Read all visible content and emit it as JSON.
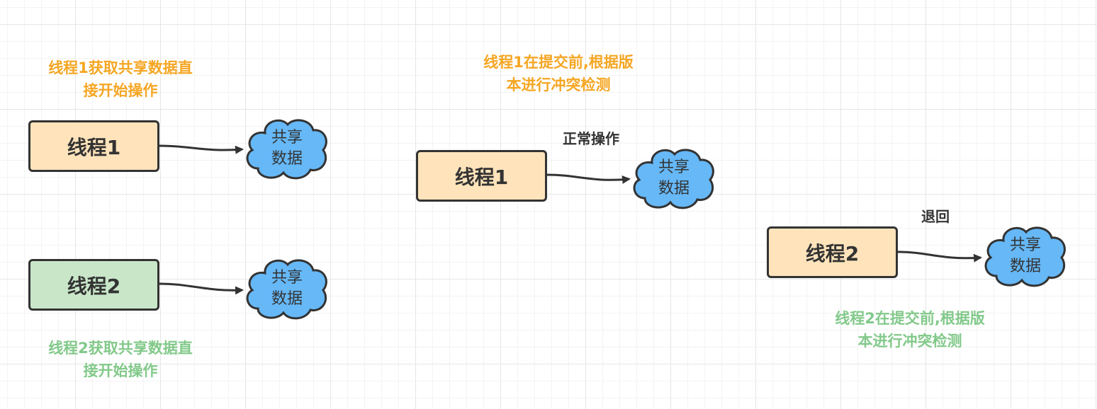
{
  "notes": {
    "left_top": "线程1获取共享数据直\n接开始操作",
    "left_bottom": "线程2获取共享数据直\n接开始操作",
    "mid_top": "线程1在提交前,根据版\n本进行冲突检测",
    "right_bottom": "线程2在提交前,根据版\n本进行冲突检测"
  },
  "edge_labels": {
    "normal": "正常操作",
    "rollback": "退回"
  },
  "threads": {
    "left_1": "线程1",
    "left_2": "线程2",
    "mid_1": "线程1",
    "right_2": "线程2"
  },
  "cloud": {
    "line1": "共享",
    "line2": "数据"
  },
  "colors": {
    "orange": "#f5a623",
    "green": "#82c98a",
    "thread_orange_fill": "#ffe4bb",
    "thread_green_fill": "#c9e6c9",
    "cloud_fill": "#66b8f7",
    "stroke": "#333333"
  }
}
